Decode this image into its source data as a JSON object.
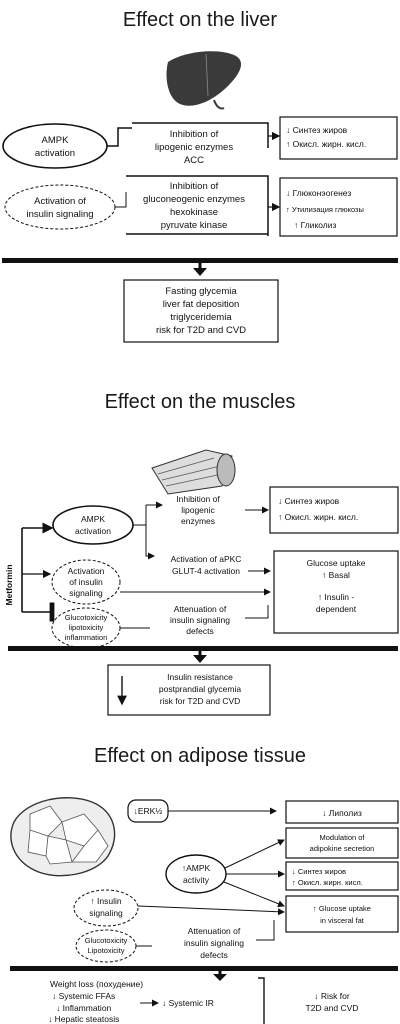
{
  "liver": {
    "title": "Effect on the liver",
    "ampk": [
      "AMPK",
      "activation"
    ],
    "insulin": [
      "Activation of",
      "insulin signaling"
    ],
    "inhibition": [
      "Inhibition of",
      "lipogenic enzymes",
      "ACC"
    ],
    "gluco": [
      "Inhibition of",
      "gluconeogenic enzymes",
      "hexokinase",
      "pyruvate kinase"
    ],
    "res1": [
      "↓ Синтез жиров",
      "↑ Окисл. жирн. кисл."
    ],
    "res2": [
      "↓ Глюконэогенез",
      "↑ Утилизация глюкозы",
      "↑ Гликолиз"
    ],
    "outcome": [
      "Fasting glycemia",
      "liver fat deposition",
      "triglyceridemia",
      "risk for T2D and CVD"
    ]
  },
  "muscles": {
    "title": "Effect on the muscles",
    "metformin": "Metformin",
    "ampk": [
      "AMPK",
      "activation"
    ],
    "insulin": [
      "Activation",
      "of insulin",
      "signaling"
    ],
    "gluco": [
      "Glucotoxicity",
      "lipotoxicity",
      "inflammation"
    ],
    "inhibition": [
      "Inhibition of",
      "lipogenic",
      "enzymes"
    ],
    "apkc": [
      "Activation of aPKC",
      "GLUT-4 activation"
    ],
    "attenuation": [
      "Attenuation of",
      "insulin signaling",
      "defects"
    ],
    "res1": [
      "↓ Синтез жиров",
      "↑ Окисл. жирн. кисл."
    ],
    "res2": [
      "Glucose uptake",
      "↑ Basal",
      "↑ Insulin -",
      "dependent"
    ],
    "outcome": [
      "Insulin resistance",
      "postprandial glycemia",
      "risk for T2D and CVD"
    ]
  },
  "adipose": {
    "title": "Effect on adipose tissue",
    "erk": "↓ERK½",
    "ampk": [
      "↑AMPK",
      "activity"
    ],
    "insulin": [
      "↑ Insulin",
      "signaling"
    ],
    "gluco": [
      "Glucotoxicity",
      "Lipotoxicity"
    ],
    "attenuation": [
      "Attenuation of",
      "insulin signaling",
      "defects"
    ],
    "lipoliz": "↓ Липолиз",
    "adipokine": [
      "Modulation of",
      "adipokine secretion"
    ],
    "res1": [
      "↓ Синтез жиров",
      "↑ Окисл. жирн. кисл."
    ],
    "glucose": [
      "↑ Glucose uptake",
      "in visceral fat"
    ],
    "bottom": [
      "Weight loss (похудение)",
      "↓ Systemic FFAs",
      "↓ Inflammation",
      "↓ Hepatic steatosis"
    ],
    "systemic": "↓ Systemic IR",
    "risk": [
      "↓  Risk for",
      "T2D and CVD"
    ]
  }
}
